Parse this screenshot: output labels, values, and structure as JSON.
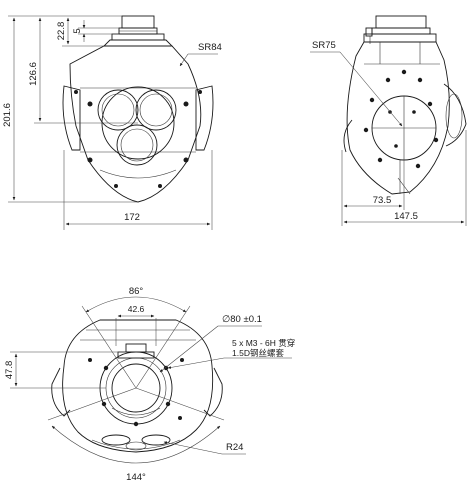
{
  "front_view": {
    "dim_width": "172",
    "dim_total_height": "201.6",
    "dim_center_height": "126.6",
    "dim_top_height": "22.8",
    "dim_small": "5",
    "sphere_radius": "SR84"
  },
  "side_view": {
    "sphere_radius": "SR75",
    "dim_half_width": "73.5",
    "dim_width": "147.5"
  },
  "bottom_view": {
    "angle_top": "86°",
    "dim_hole_spacing": "42.6",
    "dim_offset": "47.8",
    "diameter_callout": "∅80 ±0.1",
    "thread_spec": "5 x M3 - 6H 贯穿",
    "insert_spec": "1.5D钢丝螺套",
    "radius": "R24",
    "angle_bottom": "144°"
  }
}
